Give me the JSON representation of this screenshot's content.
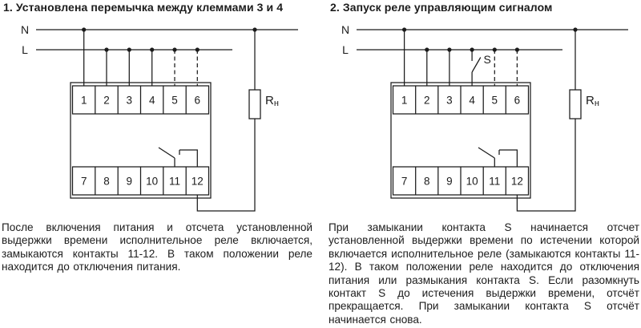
{
  "diagram1": {
    "title": "1. Установлена перемычка между  клеммами 3 и 4",
    "labels": {
      "n": "N",
      "l": "L",
      "load": "R",
      "load_sub": "н"
    },
    "terminals_top": [
      "1",
      "2",
      "3",
      "4",
      "5",
      "6"
    ],
    "terminals_bottom": [
      "7",
      "8",
      "9",
      "10",
      "11",
      "12"
    ],
    "description": "После включения питания и отсчета установленной выдержки времени исполнительное реле включается, замыкаются контакты 11-12. В таком положении реле находится до отключения питания."
  },
  "diagram2": {
    "title": "2. Запуск реле управляющим сигналом",
    "labels": {
      "n": "N",
      "l": "L",
      "load": "R",
      "load_sub": "н",
      "switch": "S"
    },
    "terminals_top": [
      "1",
      "2",
      "3",
      "4",
      "5",
      "6"
    ],
    "terminals_bottom": [
      "7",
      "8",
      "9",
      "10",
      "11",
      "12"
    ],
    "description": "При замыкании контакта S начинается отсчет установленной выдержки времени по истечении которой включается исполнительное реле (замыкаются контакты 11-12). В таком положении реле находится до отключения питания или размыкания контакта S. Если разомкнуть контакт S до истечения выдержки времени, отсчёт прекращается. При замыкании контакта S отсчёт начинается снова."
  },
  "colors": {
    "line": "#1b1b1b",
    "background": "#ffffff"
  }
}
